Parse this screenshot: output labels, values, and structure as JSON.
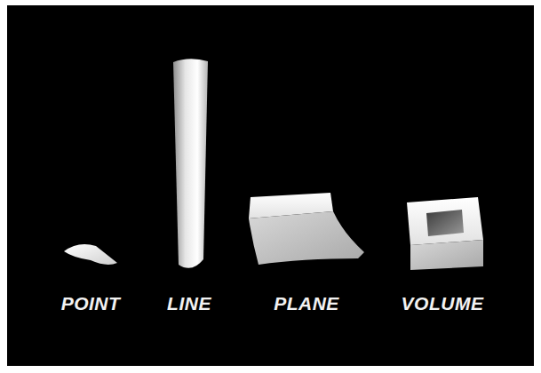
{
  "diagram": {
    "labels": [
      "POINT",
      "LINE",
      "PLANE",
      "VOLUME"
    ]
  }
}
